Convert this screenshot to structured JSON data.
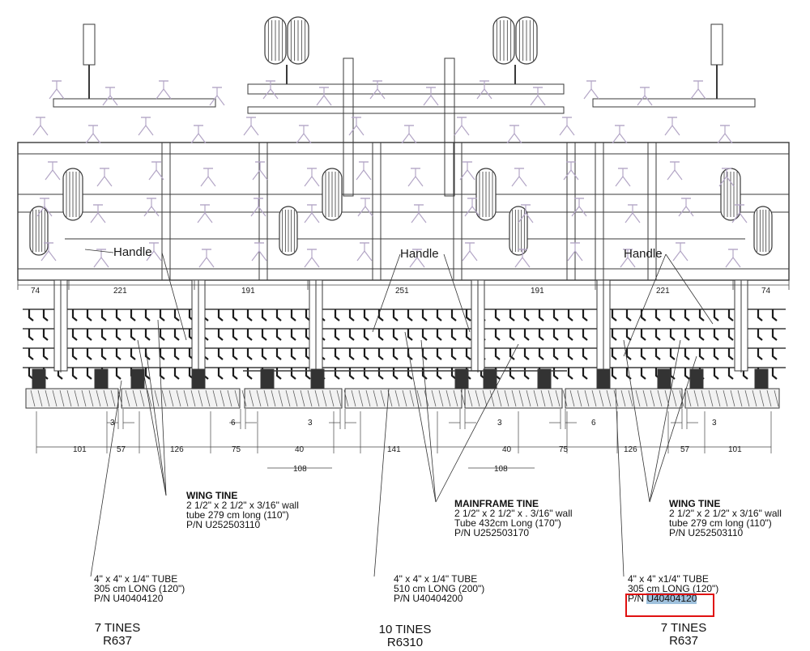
{
  "colors": {
    "frame": "#3a3a3a",
    "tine_symbol": "#b3a6c6",
    "highlight": "#9fc1dd",
    "marker": "#e01010"
  },
  "handles": {
    "left": "Handle",
    "center": "Handle",
    "right": "Handle"
  },
  "top_dimensions": [
    "74",
    "221",
    "191",
    "251",
    "191",
    "221",
    "74"
  ],
  "gap_dimensions": [
    "3",
    "6",
    "3",
    "3",
    "6",
    "3"
  ],
  "bottom_dimensions": [
    "101",
    "57",
    "126",
    "75",
    "40",
    "141",
    "40",
    "75",
    "126",
    "57",
    "101"
  ],
  "inner_dimensions": [
    "108",
    "108"
  ],
  "wing_tine_left": {
    "title": "WING TINE",
    "line1": "2 1/2\" x 2 1/2\" x 3/16\" wall",
    "line2": "tube 279 cm long (110\")",
    "line3": "P/N U252503110"
  },
  "mainframe_tine": {
    "title": "MAINFRAME TINE",
    "line1": "2 1/2\" x 2 1/2\" x . 3/16\" wall",
    "line2": "Tube 432cm Long (170\")",
    "line3": "P/N U252503170"
  },
  "wing_tine_right": {
    "title": "WING TINE",
    "line1": "2 1/2\" x 2 1/2\" x 3/16\" wall",
    "line2": "tube 279 cm long (110\")",
    "line3": "P/N U252503110"
  },
  "tube_left": {
    "line1": "4\" x 4\" x 1/4\" TUBE",
    "line2": "305 cm LONG (120\")",
    "line3": "P/N U40404120"
  },
  "tube_center": {
    "line1": "4\" x 4\" x 1/4\" TUBE",
    "line2": "510 cm LONG (200\")",
    "line3": "P/N U40404200"
  },
  "tube_right": {
    "line1": "4\" x 4\" x1/4\" TUBE",
    "line2": "305 cm LONG (120\")",
    "line3_prefix": "P/N ",
    "line3_part": "U40404120"
  },
  "sections": [
    {
      "tines": "7 TINES",
      "model": "R637"
    },
    {
      "tines": "10 TINES",
      "model": "R6310"
    },
    {
      "tines": "7 TINES",
      "model": "R637"
    }
  ]
}
